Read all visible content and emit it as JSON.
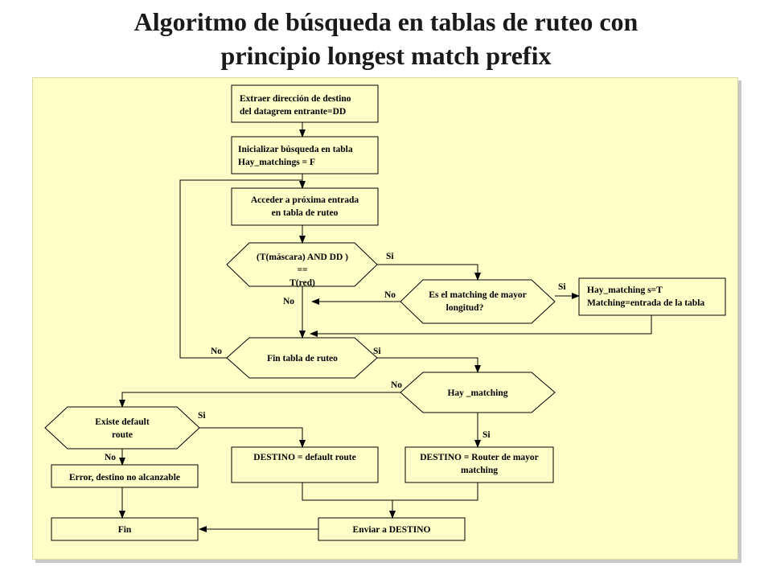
{
  "title": {
    "line1": "Algoritmo de búsqueda en tablas de ruteo con",
    "line2": "principio longest match prefix"
  },
  "boxes": {
    "extract": [
      "Extraer dirección de destino",
      "del datagrem entrante=DD"
    ],
    "init": [
      "Inicializar búsqueda en tabla",
      "Hay_matchings = F"
    ],
    "access": [
      "Acceder a próxima entrada",
      "en tabla de ruteo"
    ],
    "setmatch": [
      "Hay_matching s=T",
      "Matching=entrada de la tabla"
    ],
    "error": "Error, destino no alcanzable",
    "dest_default": "DESTINO = default route",
    "dest_router": [
      "DESTINO = Router de mayor",
      "matching"
    ],
    "fin": "Fin",
    "send": "Enviar a DESTINO"
  },
  "decisions": {
    "mask": [
      "(T(máscara) AND DD )",
      "==",
      "T(red)"
    ],
    "longest": [
      "Es el matching de mayor",
      "longitud?"
    ],
    "table_end": "Fin tabla de ruteo",
    "has_match": "Hay _matching",
    "default_route": [
      "Existe default",
      "route"
    ]
  },
  "edge_labels": {
    "mask_si": "Si",
    "mask_no": "No",
    "longest_si": "Si",
    "longest_no": "No",
    "end_no": "No",
    "end_si": "Si",
    "has_no": "No",
    "has_si": "Si",
    "default_si": "Si",
    "default_no": "No"
  }
}
